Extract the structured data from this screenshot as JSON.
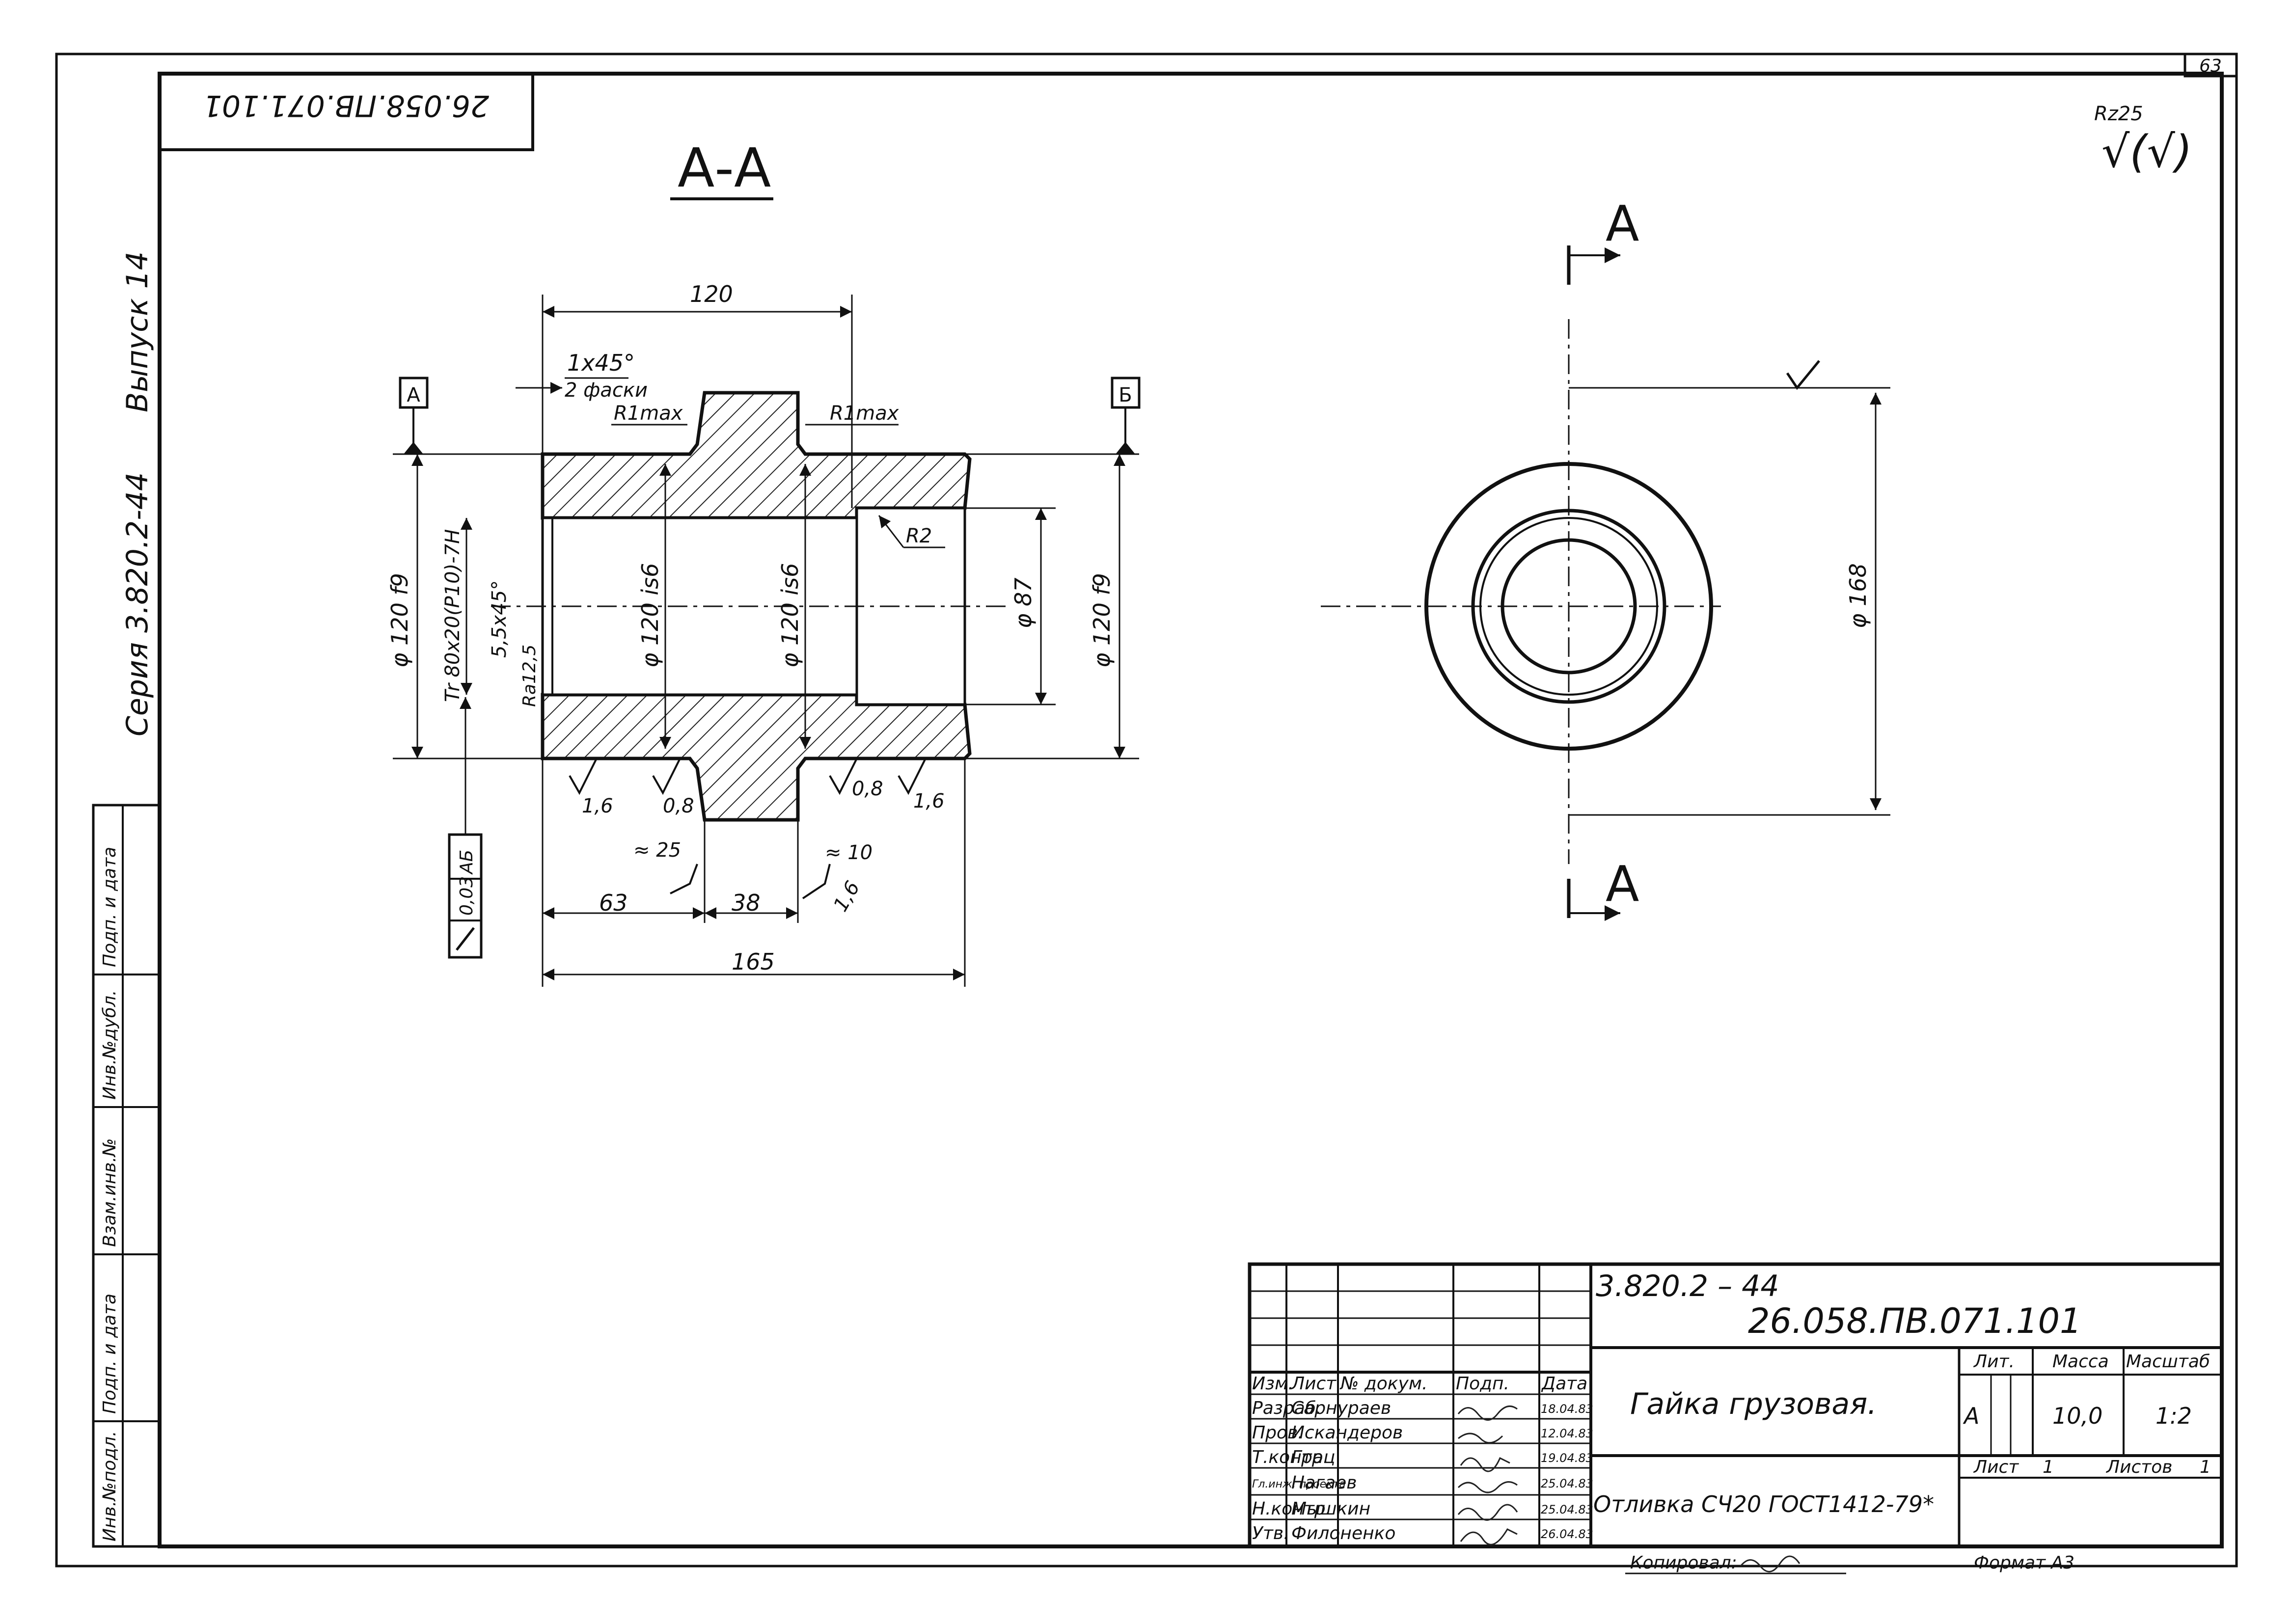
{
  "page_number": "63",
  "stamp_code": "26.058.ПВ.071.101",
  "side": {
    "series": "Серия 3.820.2-44",
    "issue": "Выпуск 14",
    "fields": [
      "Инв.№подл.",
      "Подп. и дата",
      "Взам.инв.№",
      "Инв.№дубл.",
      "Подп. и дата"
    ]
  },
  "roughness": {
    "value": "Rz25",
    "mark": "√(√)"
  },
  "section": {
    "title": "А-А",
    "base_a": "А",
    "base_b": "Б",
    "dims": {
      "total_width_top": "120",
      "chamfer": "1x45°",
      "chamfer_note": "2 фаски",
      "r_left": "R1max",
      "r_right": "R1max",
      "r2": "R2",
      "outer_left": "φ 120 f9",
      "thread": "Tr 80x20(P10)-7H",
      "thread_chamfer": "5,5x45°",
      "thread_rough": "Ra12,5",
      "collar_left": "φ 120 is6",
      "collar_right": "φ 120 is6",
      "bore": "φ 87",
      "outer_right": "φ 120 f9",
      "r_16a": "1,6",
      "r_08a": "0,8",
      "r_08b": "0,8",
      "r_16b": "1,6",
      "r_16c": "1,6",
      "approx_25": "≈ 25",
      "approx_10": "≈ 10",
      "len_63": "63",
      "len_38": "38",
      "len_165": "165",
      "runout": "0,03",
      "runout_base": "АБ"
    }
  },
  "view": {
    "cut_top": "А",
    "cut_bottom": "А",
    "diam": "φ 168"
  },
  "title_block": {
    "doc_series": "3.820.2 – 44",
    "code": "26.058.ПВ.071.101",
    "name": "Гайка грузовая.",
    "material": "Отливка СЧ20 ГОСТ1412-79*",
    "head": [
      "Изм.",
      "Лист",
      "№ докум.",
      "Подп.",
      "Дата"
    ],
    "rows": [
      {
        "role": "Разраб.",
        "name": "Сарнураев",
        "date": "18.04.83"
      },
      {
        "role": "Пров.",
        "name": "Искандеров",
        "date": "12.04.83"
      },
      {
        "role": "Т.контр.",
        "name": "Грац",
        "date": "19.04.83"
      },
      {
        "role": "Гл.инж. проекта",
        "name": "Нагаев",
        "date": "25.04.83"
      },
      {
        "role": "Н.контр.",
        "name": "Мышкин",
        "date": "25.04.83"
      },
      {
        "role": "Утв.",
        "name": "Филоненко",
        "date": "26.04.83"
      }
    ],
    "lit_label": "Лит.",
    "lit_value": "А",
    "mass_label": "Масса",
    "mass_value": "10,0",
    "scale_label": "Масштаб",
    "scale_value": "1:2",
    "sheet_label": "Лист",
    "sheet_value": "1",
    "sheets_label": "Листов",
    "sheets_value": "1"
  },
  "footer": {
    "copied": "Копировал:",
    "format": "Формат А3"
  }
}
